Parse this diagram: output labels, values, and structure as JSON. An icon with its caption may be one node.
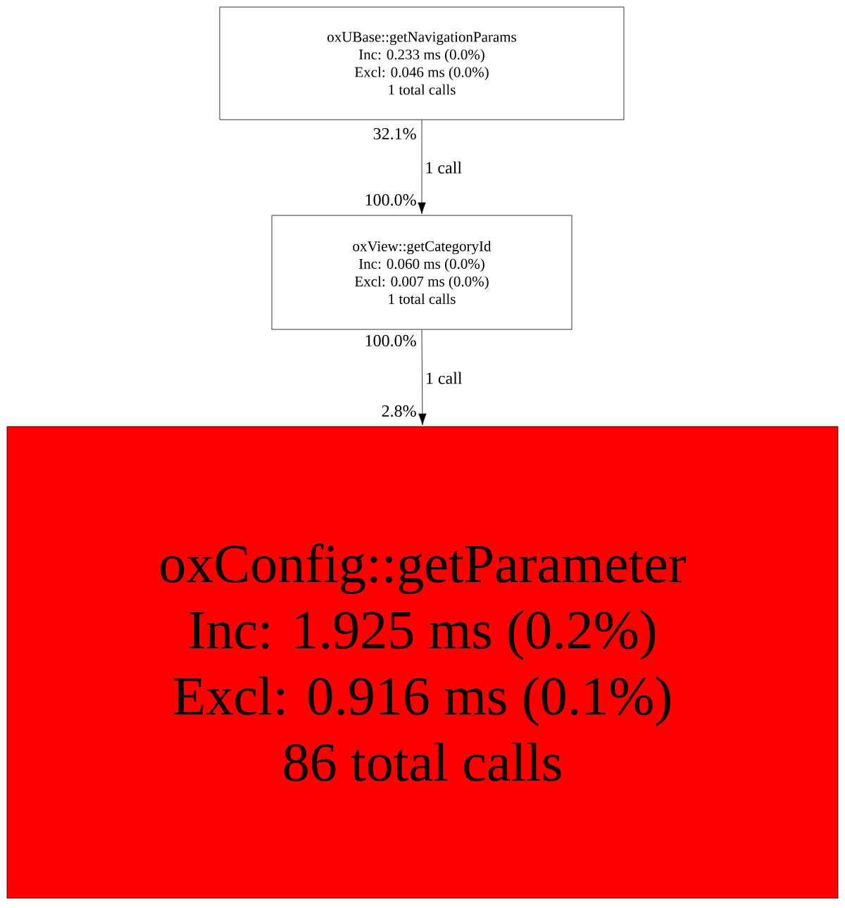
{
  "diagram": {
    "nodes": [
      {
        "text": [
          "oxUBase::getNavigationParams",
          "Inc: 0.233 ms (0.0%)",
          "Excl: 0.046 ms (0.0%)",
          "1 total calls"
        ]
      },
      {
        "text": [
          "oxView::getCategoryId",
          "Inc: 0.060 ms (0.0%)",
          "Excl: 0.007 ms (0.0%)",
          "1 total calls"
        ]
      },
      {
        "text": [
          "oxConfig::getParameter",
          "Inc: 1.925 ms (0.2%)",
          "Excl: 0.916 ms (0.1%)",
          "86 total calls"
        ]
      }
    ],
    "edges": [
      {
        "from": 0,
        "to": 1,
        "arrow": "to",
        "label": "1 call"
      },
      {
        "from": 1,
        "to": 2,
        "arrow": "to",
        "label": "1 call"
      }
    ],
    "labels": [
      "32.1%",
      "100.0%",
      "100.0%",
      "2.8%"
    ]
  }
}
